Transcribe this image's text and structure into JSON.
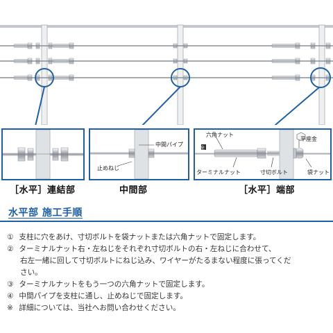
{
  "details": {
    "left": {
      "caption": "［水平］連結部"
    },
    "middle": {
      "caption": "中間部",
      "label_pipe": "中間パイプ",
      "label_screw": "止めねじ"
    },
    "right": {
      "caption": "［水平］端部",
      "label_hex_nut": "六角ナット",
      "label_washer": "平座金",
      "label_terminal_nut": "ターミナルナット",
      "label_bolt": "寸切ボルト",
      "label_cap_nut": "袋ナット",
      "marker_hex": "全"
    }
  },
  "section": {
    "title": "水平部 施工手順",
    "steps": [
      {
        "num": "①",
        "text": "支柱に穴をあけ、寸切ボルトを袋ナットまたは六角ナットで固定します。"
      },
      {
        "num": "②",
        "text": "ターミナルナット右・左ねじをそれぞれ寸切ボルトの右・左ねじに合わせて、"
      },
      {
        "num": "",
        "text": "右左一緒に回して寸切ボルトにねじ込み、ワイヤーがたるまない程度に張ってくだ"
      },
      {
        "num": "",
        "text": "さい。"
      },
      {
        "num": "③",
        "text": "ターミナルナットをもう一つの六角ナットで固定します。"
      },
      {
        "num": "④",
        "text": "中間パイプを支柱に通し、止めねじで固定します。"
      },
      {
        "num": "※",
        "text": "詳細については、当社へお問い合わせください。"
      }
    ]
  },
  "colors": {
    "accent": "#1f5fa8",
    "rail": "#9aa0a6",
    "steel": "#c9ccd1"
  }
}
